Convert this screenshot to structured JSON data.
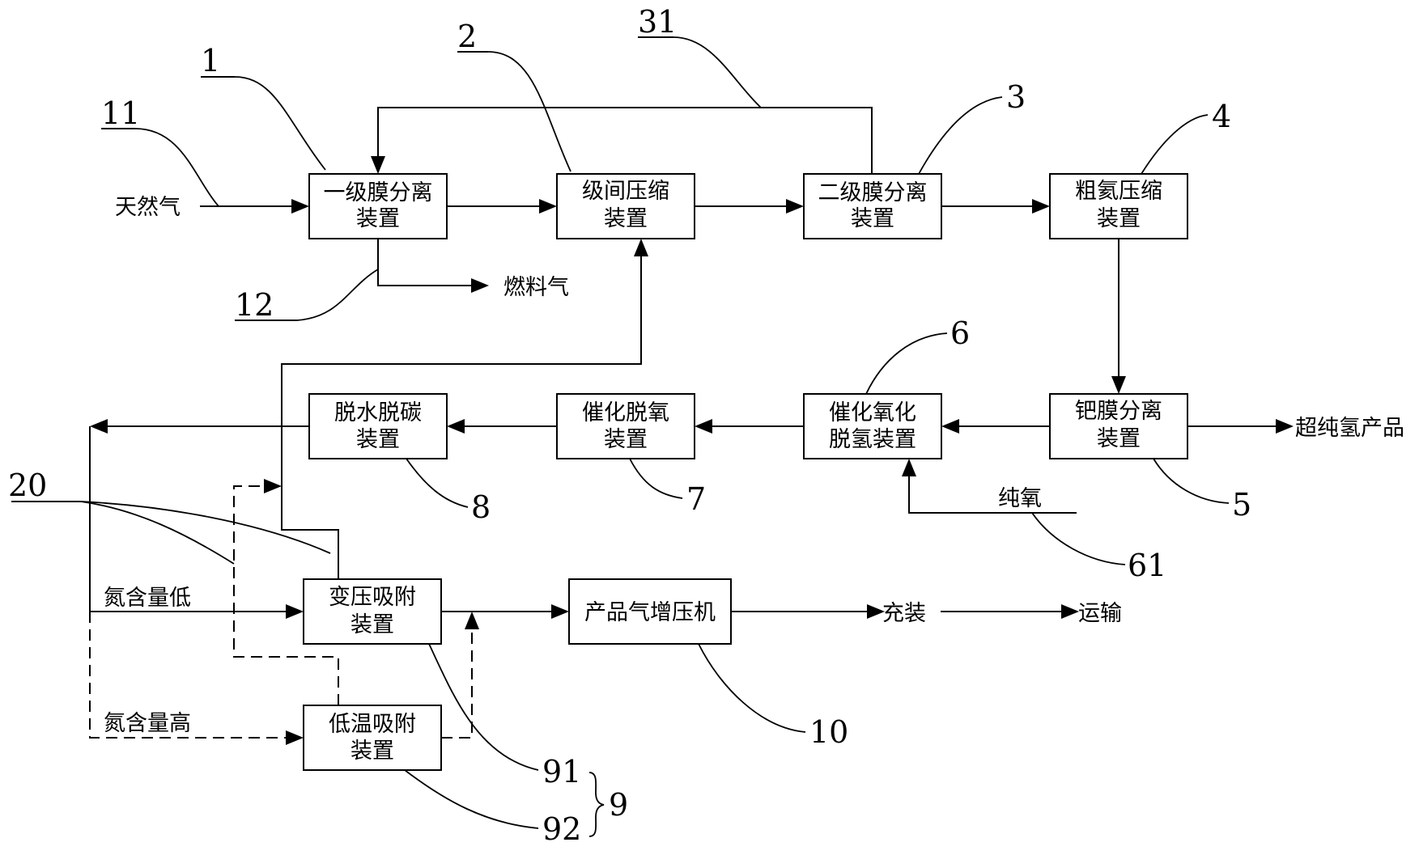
{
  "boxes": {
    "b1": {
      "line1": "一级膜分离",
      "line2": "装置"
    },
    "b2": {
      "line1": "级间压缩",
      "line2": "装置"
    },
    "b3": {
      "line1": "二级膜分离",
      "line2": "装置"
    },
    "b4": {
      "line1": "粗氦压缩",
      "line2": "装置"
    },
    "b5": {
      "line1": "钯膜分离",
      "line2": "装置"
    },
    "b6": {
      "line1": "催化氧化",
      "line2": "脱氢装置"
    },
    "b7": {
      "line1": "催化脱氧",
      "line2": "装置"
    },
    "b8": {
      "line1": "脱水脱碳",
      "line2": "装置"
    },
    "b91": {
      "line1": "变压吸附",
      "line2": "装置"
    },
    "b92": {
      "line1": "低温吸附",
      "line2": "装置"
    },
    "b10": {
      "line1": "产品气增压机"
    }
  },
  "labels": {
    "natural_gas": "天然气",
    "fuel_gas": "燃料气",
    "ultra_pure_h2": "超纯氢产品",
    "pure_oxygen": "纯氧",
    "low_nitrogen": "氮含量低",
    "high_nitrogen": "氮含量高",
    "filling": "充装",
    "transport": "运输"
  },
  "numbers": {
    "n1": "1",
    "n2": "2",
    "n3": "3",
    "n4": "4",
    "n5": "5",
    "n6": "6",
    "n7": "7",
    "n8": "8",
    "n9": "9",
    "n10": "10",
    "n11": "11",
    "n12": "12",
    "n20": "20",
    "n31": "31",
    "n61": "61",
    "n91": "91",
    "n92": "92"
  }
}
